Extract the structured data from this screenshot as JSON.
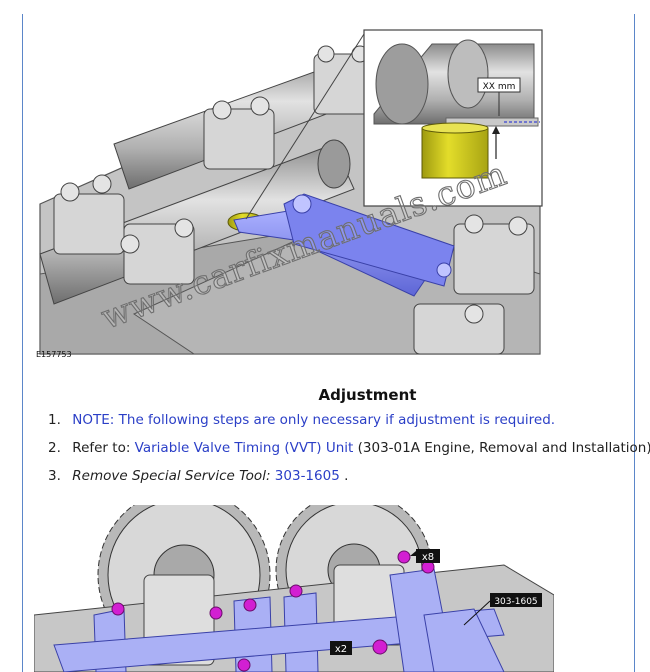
{
  "figure_top": {
    "image_id": "E157753",
    "callout_label": "XX mm"
  },
  "section": {
    "heading": "Adjustment"
  },
  "steps": [
    {
      "number": "1.",
      "text": "NOTE: The following steps are only necessary if adjustment is required."
    },
    {
      "number": "2.",
      "prefix": "Refer to: ",
      "link": "Variable Valve Timing (VVT) Unit",
      "suffix": " (303-01A Engine, Removal and Installation)."
    },
    {
      "number": "3.",
      "prefix": "Remove Special Service Tool: ",
      "link": "303-1605",
      "suffix": "."
    }
  ],
  "figure_bottom": {
    "callout_bolts_x8": "x8",
    "callout_bolts_x2": "x2",
    "tool_label": "303-1605"
  },
  "watermark": "www.carfixmanuals.com",
  "colors": {
    "rule": "#5b86c9",
    "link": "#2b3fc7",
    "tool": "#8a93f2",
    "bolt": "#d21fd2",
    "tappet": "#d8d21e"
  }
}
